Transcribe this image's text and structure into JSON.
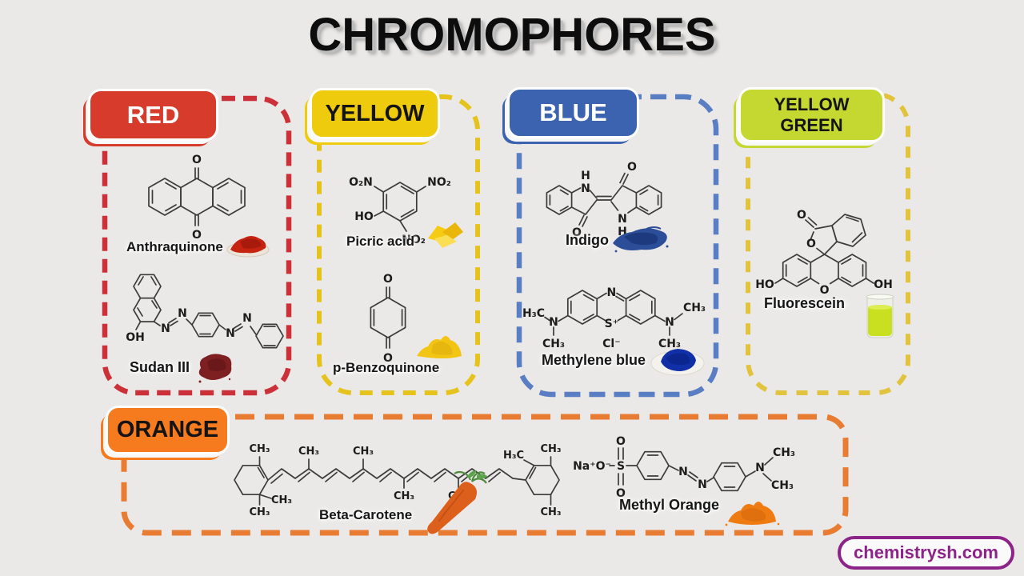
{
  "meta": {
    "background": "#ebe9e7"
  },
  "title": "CHROMOPHORES",
  "brand": {
    "label": "chemistrysh.com",
    "color": "#8c2388"
  },
  "panels": [
    {
      "id": "red",
      "label": "RED",
      "chip_bg": "#d73b2b",
      "chip_text_color": "#ffffff",
      "border_color": "#cc3038",
      "compounds": [
        {
          "name": "Anthraquinone",
          "sample": "red powder on dish",
          "sample_color": "#c62310",
          "atoms": [
            "O",
            "O"
          ]
        },
        {
          "name": "Sudan III",
          "sample": "dark red powder",
          "sample_color": "#7e2022",
          "atoms": [
            "OH",
            "N",
            "N",
            "N",
            "N"
          ]
        }
      ]
    },
    {
      "id": "yellow",
      "label": "YELLOW",
      "chip_bg": "#eecb0c",
      "chip_text_color": "#141414",
      "border_color": "#e6c31c",
      "compounds": [
        {
          "name": "Picric acid",
          "sample": "yellow crystals",
          "sample_color": "#f6cb13",
          "atoms": [
            "O₂N",
            "NO₂",
            "HO",
            "NO₂"
          ]
        },
        {
          "name": "p-Benzoquinone",
          "sample": "yellow powder pile",
          "sample_color": "#f2c413",
          "atoms": [
            "O",
            "O"
          ]
        }
      ]
    },
    {
      "id": "blue",
      "label": "BLUE",
      "chip_bg": "#3c63b0",
      "chip_text_color": "#ffffff",
      "border_color": "#5a7ec3",
      "compounds": [
        {
          "name": "Indigo",
          "sample": "blue powder smear",
          "sample_color": "#2c4d97",
          "atoms": [
            "H",
            "N",
            "O",
            "O",
            "N",
            "H"
          ]
        },
        {
          "name": "Methylene blue",
          "sample": "blue powder on dish",
          "sample_color": "#1130a7",
          "atoms": [
            "N",
            "S⁺",
            "Cl⁻",
            "H₃C",
            "N",
            "CH₃",
            "N",
            "CH₃",
            "CH₃"
          ]
        }
      ]
    },
    {
      "id": "yellow-green",
      "label": "YELLOW GREEN",
      "label_lines": [
        "YELLOW",
        "GREEN"
      ],
      "chip_bg": "#c4d831",
      "chip_text_color": "#141414",
      "border_color": "#e2c33e",
      "compounds": [
        {
          "name": "Fluorescein",
          "sample": "yellow-green solution in beaker",
          "sample_color": "#c8e020",
          "atoms": [
            "O",
            "O",
            "O",
            "HO",
            "OH"
          ]
        }
      ]
    },
    {
      "id": "orange",
      "label": "ORANGE",
      "chip_bg": "#f57b1e",
      "chip_text_color": "#141414",
      "border_color": "#e87c33",
      "compounds": [
        {
          "name": "Beta-Carotene",
          "sample": "carrot",
          "sample_color": "#dd5f1c",
          "atoms": [
            "CH₃",
            "CH₃",
            "CH₃",
            "CH₃",
            "CH₃",
            "CH₃",
            "CH₃",
            "H₃C",
            "CH₃",
            "CH₃"
          ]
        },
        {
          "name": "Methyl Orange",
          "sample": "orange powder pile",
          "sample_color": "#ef7c12",
          "atoms": [
            "Na⁺O⁻",
            "S",
            "O",
            "O",
            "N",
            "N",
            "N",
            "CH₃",
            "CH₃"
          ]
        }
      ]
    }
  ]
}
